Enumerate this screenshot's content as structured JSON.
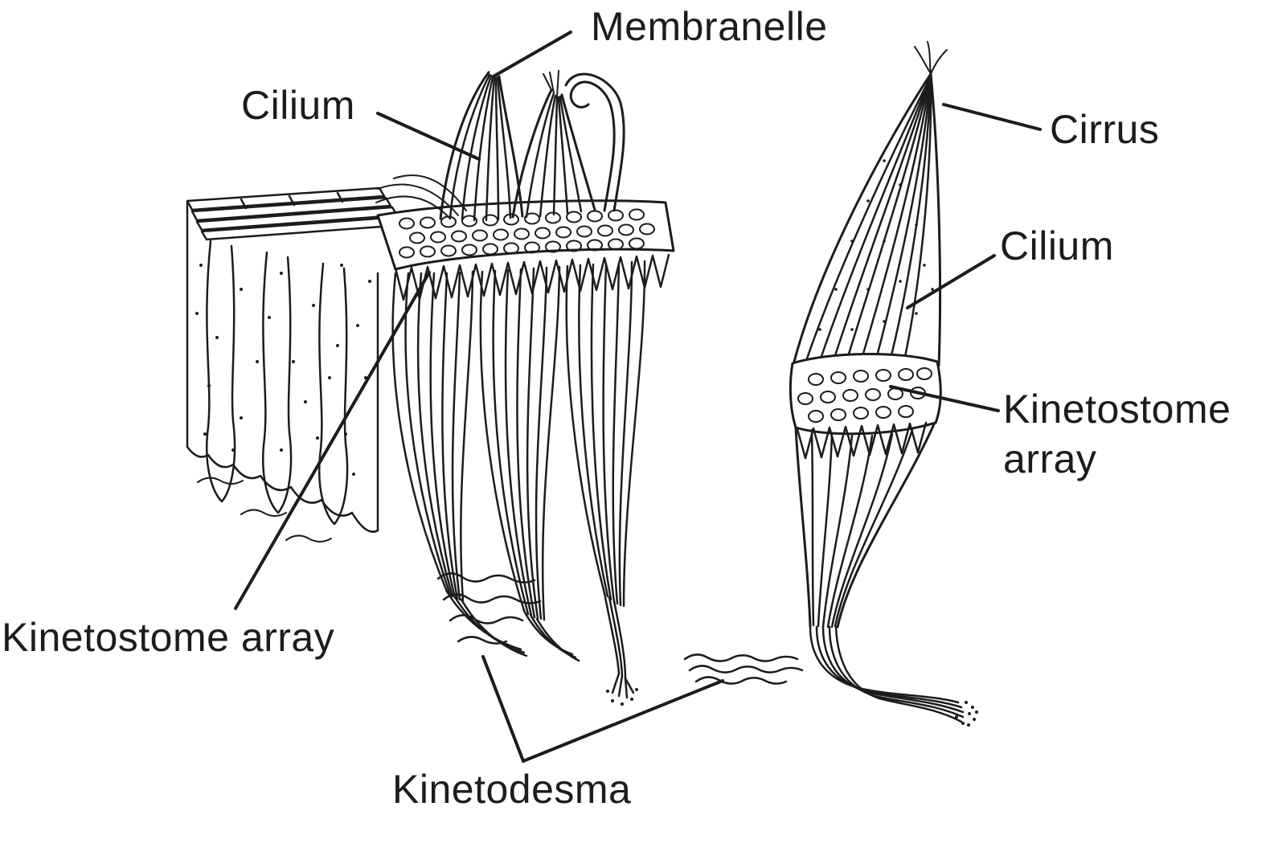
{
  "colors": {
    "ink": "#1c1c1c",
    "background": "#ffffff"
  },
  "labels": {
    "membranelle": "Membranelle",
    "cilium_left": "Cilium",
    "cirrus": "Cirrus",
    "cilium_right": "Cilium",
    "kinetostome_right_line1": "Kinetostome",
    "kinetostome_right_line2": "array",
    "kinetostome_left": "Kinetostome array",
    "kinetodesma": "Kinetodesma"
  }
}
